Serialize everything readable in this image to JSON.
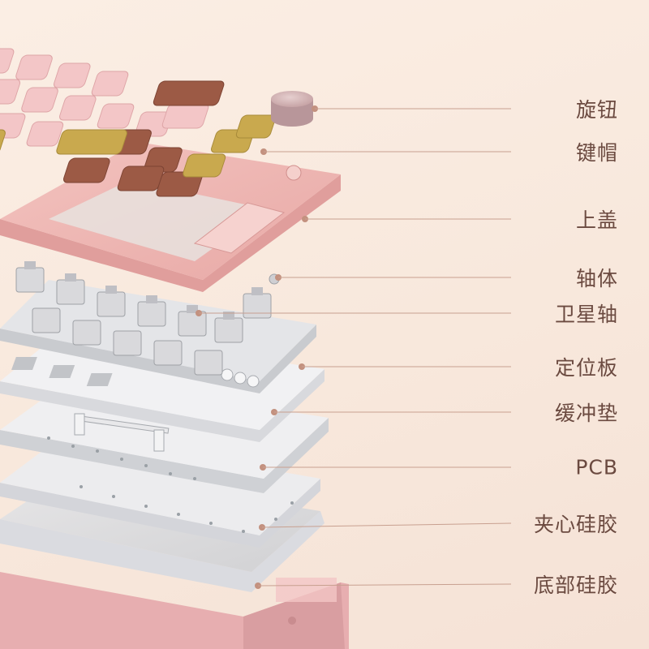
{
  "callouts": [
    {
      "id": "knob",
      "label": "旋钮"
    },
    {
      "id": "keycaps",
      "label": "键帽"
    },
    {
      "id": "top-case",
      "label": "上盖"
    },
    {
      "id": "switches",
      "label": "轴体"
    },
    {
      "id": "stabilizers",
      "label": "卫星轴"
    },
    {
      "id": "plate",
      "label": "定位板"
    },
    {
      "id": "foam",
      "label": "缓冲垫"
    },
    {
      "id": "pcb",
      "label": "PCB"
    },
    {
      "id": "sandwich-silicone",
      "label": "夹心硅胶"
    },
    {
      "id": "bottom-silicone",
      "label": "底部硅胶"
    }
  ],
  "colors": {
    "pink_key": "#f2c4c4",
    "brown_key": "#9c5a45",
    "olive_key": "#c9a94e",
    "case_pink": "#f0b8b4",
    "knob": "#c9a8a8",
    "leader": "#c8a090",
    "label_text": "#6b4a40"
  }
}
